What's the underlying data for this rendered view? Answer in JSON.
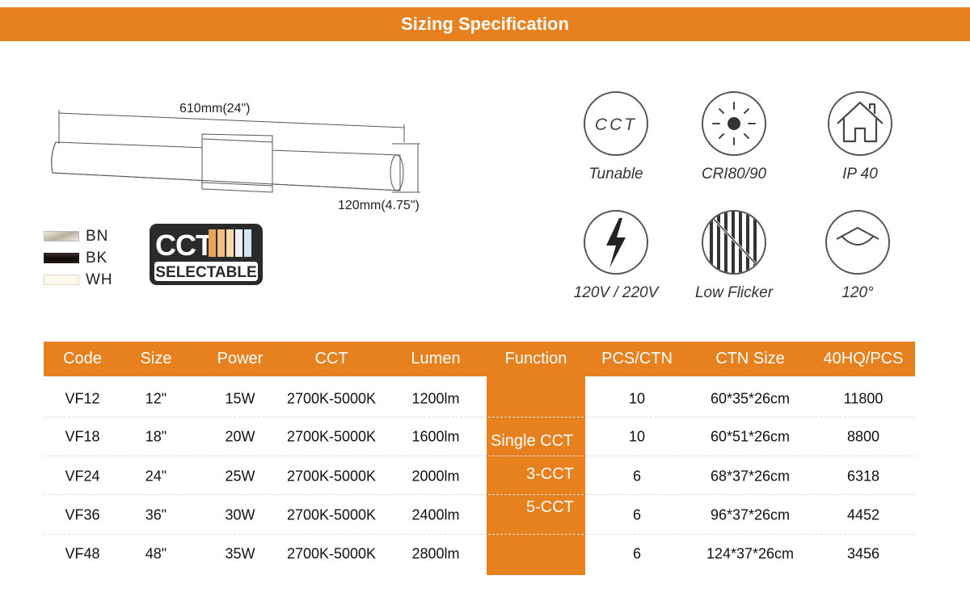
{
  "header": {
    "title": "Sizing Specification"
  },
  "fixture": {
    "length_label": "610mm(24\")",
    "height_label": "120mm(4.75\")"
  },
  "finishes": [
    {
      "code": "BN",
      "color": "#cfc6b8"
    },
    {
      "code": "BK",
      "color": "#1a1210"
    },
    {
      "code": "WH",
      "color": "#fdf8ef"
    }
  ],
  "badge": {
    "top": "CCT",
    "bottom": "SELECTABLE"
  },
  "features": [
    {
      "icon": "cct-icon",
      "icon_text": "CCT",
      "label": "Tunable"
    },
    {
      "icon": "sun-icon",
      "label": "CRI80/90"
    },
    {
      "icon": "house-icon",
      "label": "IP 40"
    },
    {
      "icon": "lightning-icon",
      "label": "120V / 220V"
    },
    {
      "icon": "low-flicker-icon",
      "label": "Low Flicker"
    },
    {
      "icon": "beam-angle-icon",
      "label": "120°"
    }
  ],
  "table": {
    "headers": [
      "Code",
      "Size",
      "Power",
      "CCT",
      "Lumen",
      "Function",
      "PCS/CTN",
      "CTN Size",
      "40HQ/PCS"
    ],
    "function_lines": [
      "Single CCT",
      "3-CCT",
      "5-CCT"
    ],
    "rows": [
      {
        "code": "VF12",
        "size": "12\"",
        "power": "15W",
        "cct": "2700K-5000K",
        "lumen": "1200lm",
        "pcs": "10",
        "ctn": "60*35*26cm",
        "hq": "11800"
      },
      {
        "code": "VF18",
        "size": "18\"",
        "power": "20W",
        "cct": "2700K-5000K",
        "lumen": "1600lm",
        "pcs": "10",
        "ctn": "60*51*26cm",
        "hq": "8800"
      },
      {
        "code": "VF24",
        "size": "24\"",
        "power": "25W",
        "cct": "2700K-5000K",
        "lumen": "2000lm",
        "pcs": "6",
        "ctn": "68*37*26cm",
        "hq": "6318"
      },
      {
        "code": "VF36",
        "size": "36\"",
        "power": "30W",
        "cct": "2700K-5000K",
        "lumen": "2400lm",
        "pcs": "6",
        "ctn": "96*37*26cm",
        "hq": "4452"
      },
      {
        "code": "VF48",
        "size": "48\"",
        "power": "35W",
        "cct": "2700K-5000K",
        "lumen": "2800lm",
        "pcs": "6",
        "ctn": "124*37*26cm",
        "hq": "3456"
      }
    ]
  },
  "colors": {
    "accent": "#e7801e",
    "badge_dark": "#2a2a2a"
  }
}
